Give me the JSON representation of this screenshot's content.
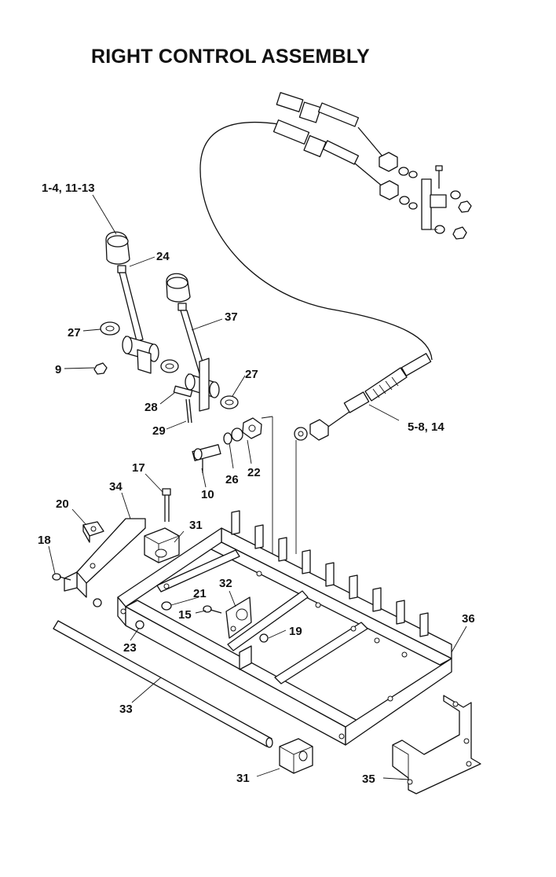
{
  "title": "RIGHT CONTROL ASSEMBLY",
  "callouts": {
    "c1": "1-4, 11-13",
    "c24": "24",
    "c37": "37",
    "c27a": "27",
    "c27b": "27",
    "c9": "9",
    "c28": "28",
    "c29": "29",
    "c26": "26",
    "c22": "22",
    "c10": "10",
    "c5": "5-8, 14",
    "c17": "17",
    "c34": "34",
    "c20": "20",
    "c18": "18",
    "c31a": "31",
    "c31b": "31",
    "c21": "21",
    "c32": "32",
    "c15": "15",
    "c19": "19",
    "c36": "36",
    "c23": "23",
    "c33": "33",
    "c35": "35"
  }
}
